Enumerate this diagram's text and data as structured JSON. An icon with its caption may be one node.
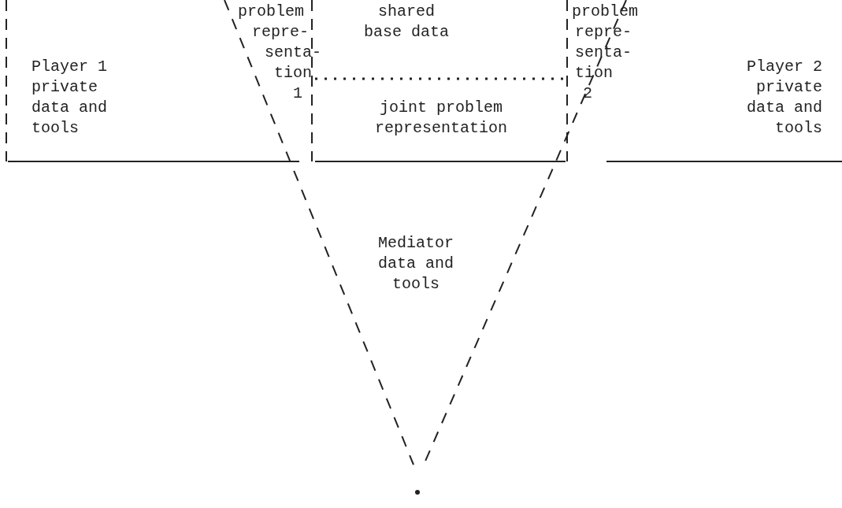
{
  "diagram": {
    "nodes": [
      {
        "text": [
          "Player 1 private data and tools"
        ]
      },
      {
        "text": [
          "problem repre- senta- tion 1"
        ]
      },
      {
        "text": [
          "shared base data"
        ]
      },
      {
        "text": [
          "joint problem representation"
        ]
      },
      {
        "text": [
          "problem repre- senta- tion 2"
        ]
      },
      {
        "text": [
          "Player 2 private data and tools"
        ]
      },
      {
        "text": [
          "Mediator data and tools"
        ]
      }
    ],
    "edges": []
  }
}
